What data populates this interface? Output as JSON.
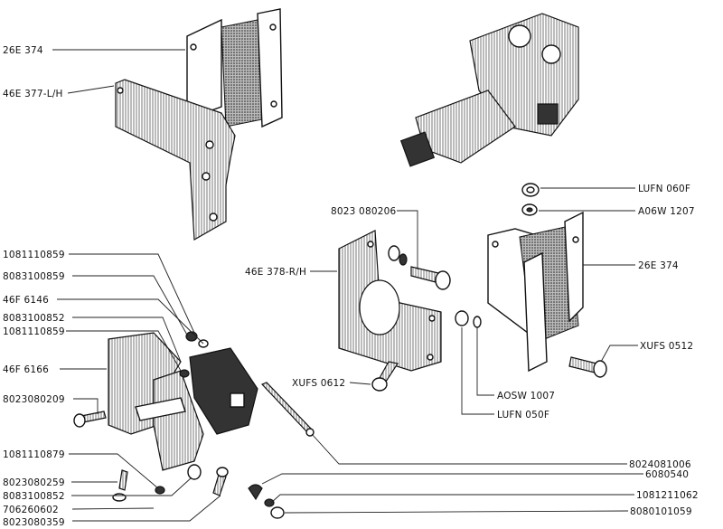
{
  "title": "Engine / Gearbox Mounting Parts Diagram",
  "labels": {
    "top_mount": "26E 374",
    "left_bracket": "46E 377-L/H",
    "nut_top": "LUFN 060F",
    "washer_top": "A06W 1207",
    "bolt_rh": "8023 080206",
    "right_bracket": "46E 378-R/H",
    "right_mount": "26E 374",
    "bolt_right": "XUFS 0512",
    "bolt_rh_lower": "XUFS 0612",
    "washer_mid": "AOSW 1007",
    "nut_mid": "LUFN 050F",
    "l1": "1081110859",
    "l2": "8083100859",
    "l3": "46F 6146",
    "l4": "8083100852",
    "l5": "1081110859",
    "l6": "46F 6166",
    "l7": "8023080209",
    "l8": "1081110879",
    "l9": "8023080259",
    "l10": "8083100852",
    "l11": "706260602",
    "l12": "8023080359",
    "r1": "8024081006",
    "r2": "6080540",
    "r3": "1081211062",
    "r4": "8080101059"
  }
}
